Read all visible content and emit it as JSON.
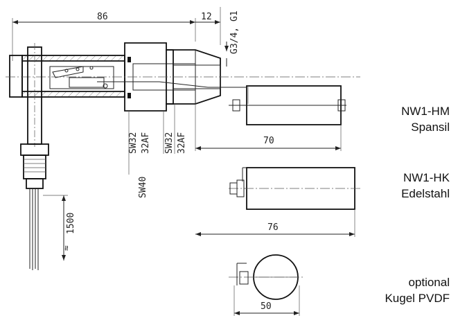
{
  "dimensions": {
    "d86": "86",
    "d12": "12",
    "thread": "G3/4, G1",
    "d70": "70",
    "d76": "76",
    "d50": "50",
    "cable": "1500",
    "approx": "≈",
    "sw32_a": "SW32",
    "af32_a": "32AF",
    "sw40": "SW40",
    "sw32_b": "SW32",
    "af32_b": "32AF"
  },
  "variants": [
    {
      "line1": "NW1-HM",
      "line2": "Spansil"
    },
    {
      "line1": "NW1-HK",
      "line2": "Edelstahl"
    },
    {
      "line1": "optional",
      "line2": "Kugel PVDF"
    }
  ]
}
